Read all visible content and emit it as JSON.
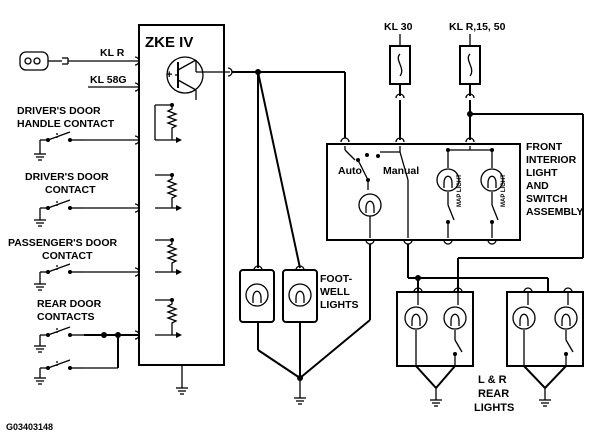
{
  "module": {
    "name": "ZKE IV"
  },
  "inputs": {
    "kl_r": "KL R",
    "kl_58g": "KL 58G",
    "kl_30": "KL 30",
    "kl_r_15_50": "KL R,15, 50"
  },
  "contacts": {
    "drivers_handle": [
      "DRIVER'S DOOR",
      "HANDLE CONTACT"
    ],
    "drivers_door": [
      "DRIVER'S DOOR",
      "CONTACT"
    ],
    "passengers_door": [
      "PASSENGER'S DOOR",
      "CONTACT"
    ],
    "rear_door": [
      "REAR DOOR",
      "CONTACTS"
    ]
  },
  "footwell": [
    "FOOT-",
    "WELL",
    "LIGHTS"
  ],
  "front_assembly": {
    "title": [
      "FRONT",
      "INTERIOR",
      "LIGHT",
      "AND",
      "SWITCH",
      "ASSEMBLY"
    ],
    "auto": "Auto",
    "manual": "Manual",
    "map_light": "MAP LIGHT"
  },
  "rear_lights": [
    "L & R",
    "REAR",
    "LIGHTS"
  ],
  "figure_code": "G03403148",
  "symbols": {
    "plus": "+"
  }
}
